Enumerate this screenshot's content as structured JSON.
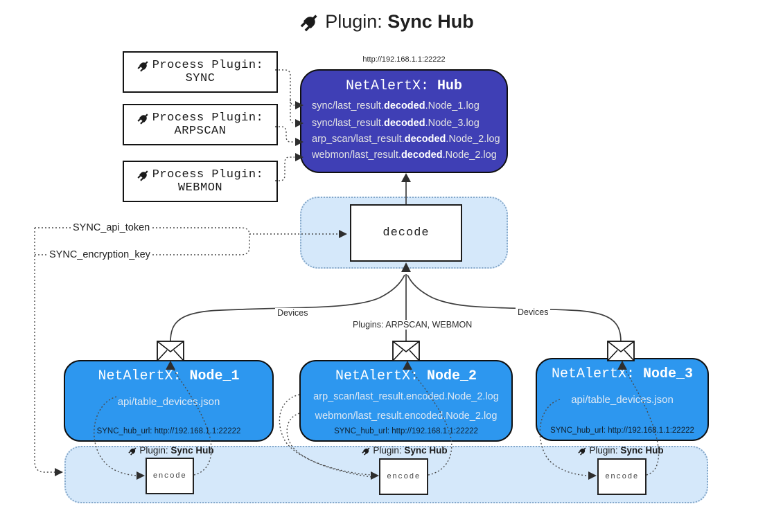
{
  "title": {
    "label": "Plugin:",
    "name": "Sync Hub"
  },
  "hub": {
    "url": "http://192.168.1.1:22222",
    "name_prefix": "NetAlertX:",
    "name": "Hub",
    "lines": [
      {
        "pre": "sync/last_result.",
        "bold": "decoded",
        "post": ".Node_1.log"
      },
      {
        "pre": "sync/last_result.",
        "bold": "decoded",
        "post": ".Node_3.log"
      },
      {
        "pre": "arp_scan/last_result.",
        "bold": "decoded",
        "post": ".Node_2.log"
      },
      {
        "pre": "webmon/last_result.",
        "bold": "decoded",
        "post": ".Node_2.log"
      }
    ]
  },
  "process_plugins": [
    {
      "label": "Process Plugin:",
      "name": "SYNC"
    },
    {
      "label": "Process Plugin:",
      "name": "ARPSCAN"
    },
    {
      "label": "Process Plugin:",
      "name": "WEBMON"
    }
  ],
  "decode": {
    "label": "decode"
  },
  "config": {
    "api_token": "SYNC_api_token",
    "encryption_key": "SYNC_encryption_key"
  },
  "edges": {
    "devices_left": "Devices",
    "plugins_center": "Plugins: ARPSCAN, WEBMON",
    "devices_right": "Devices"
  },
  "nodes": [
    {
      "name_prefix": "NetAlertX:",
      "name": "Node_1",
      "lines": [
        "api/table_devices.json"
      ],
      "hub_url": "SYNC_hub_url: http://192.168.1.1:22222"
    },
    {
      "name_prefix": "NetAlertX:",
      "name": "Node_2",
      "lines": [
        "arp_scan/last_result.encoded.Node_2.log",
        "webmon/last_result.encoded.Node_2.log"
      ],
      "hub_url": "SYNC_hub_url: http://192.168.1.1:22222"
    },
    {
      "name_prefix": "NetAlertX:",
      "name": "Node_3",
      "lines": [
        "api/table_devices.json"
      ],
      "hub_url": "SYNC_hub_url: http://192.168.1.1:22222"
    }
  ],
  "encoders": [
    {
      "plugin_label": "Plugin:",
      "plugin_name": "Sync Hub",
      "box_label": "encode"
    },
    {
      "plugin_label": "Plugin:",
      "plugin_name": "Sync Hub",
      "box_label": "encode"
    },
    {
      "plugin_label": "Plugin:",
      "plugin_name": "Sync Hub",
      "box_label": "encode"
    }
  ],
  "colors": {
    "hub_bg": "#3f3fb5",
    "node_bg": "#2d97ef",
    "band_bg": "#d5e8fa",
    "band_border": "#84a7c9"
  }
}
